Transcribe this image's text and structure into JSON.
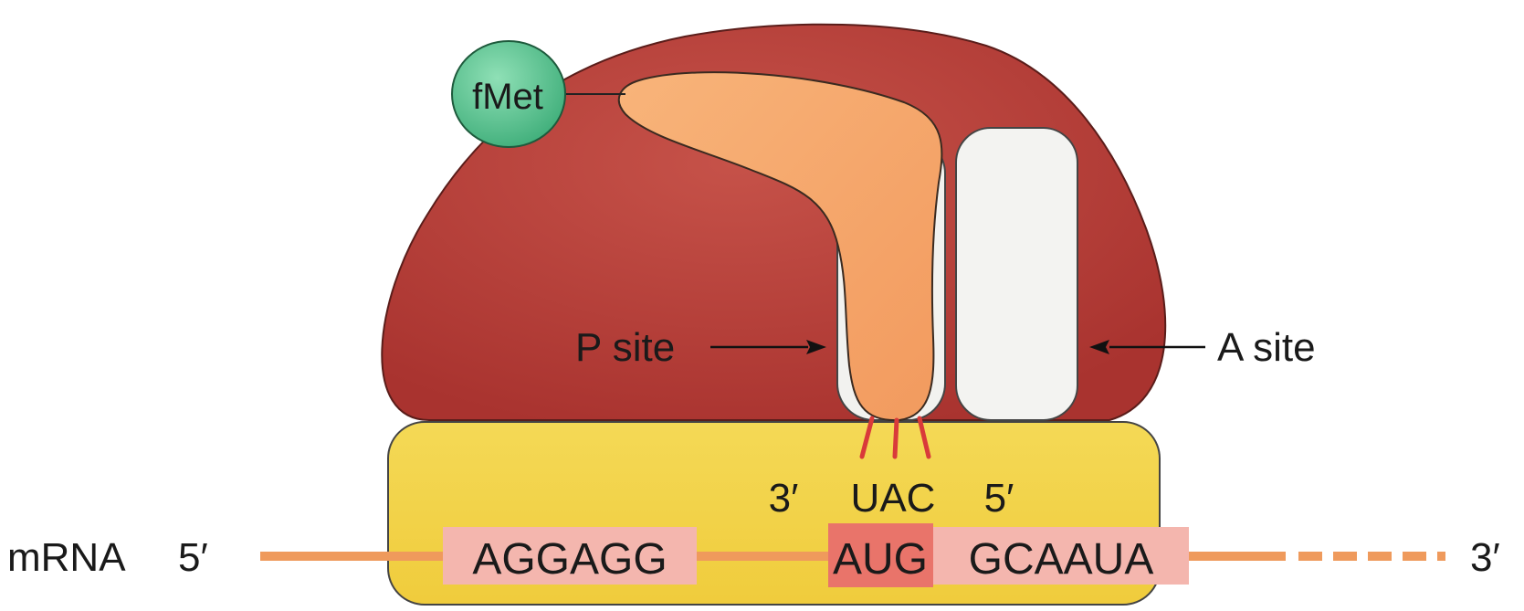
{
  "labels": {
    "fmet": "fMet",
    "p_site": "P site",
    "a_site": "A site",
    "mrna": "mRNA",
    "mrna_five_prime": "5′",
    "mrna_three_prime": "3′",
    "anticodon_three_prime": "3′",
    "anticodon": "UAC",
    "anticodon_five_prime": "5′"
  },
  "sequences": {
    "shine_dalgarno": "AGGAGG",
    "start_codon": "AUG",
    "downstream": "GCAAUA"
  },
  "colors": {
    "large_subunit": "#b9403a",
    "small_subunit": "#f2d24a",
    "trna": "#f4a76d",
    "fmet": "#5cbf8e",
    "a_site": "#f3f3f1",
    "mrna_strand": "#ef9a5c",
    "sequence_highlight": "#f4b6ae",
    "start_codon_highlight": "#e9746a",
    "base_pair_lines": "#d93a3a"
  }
}
